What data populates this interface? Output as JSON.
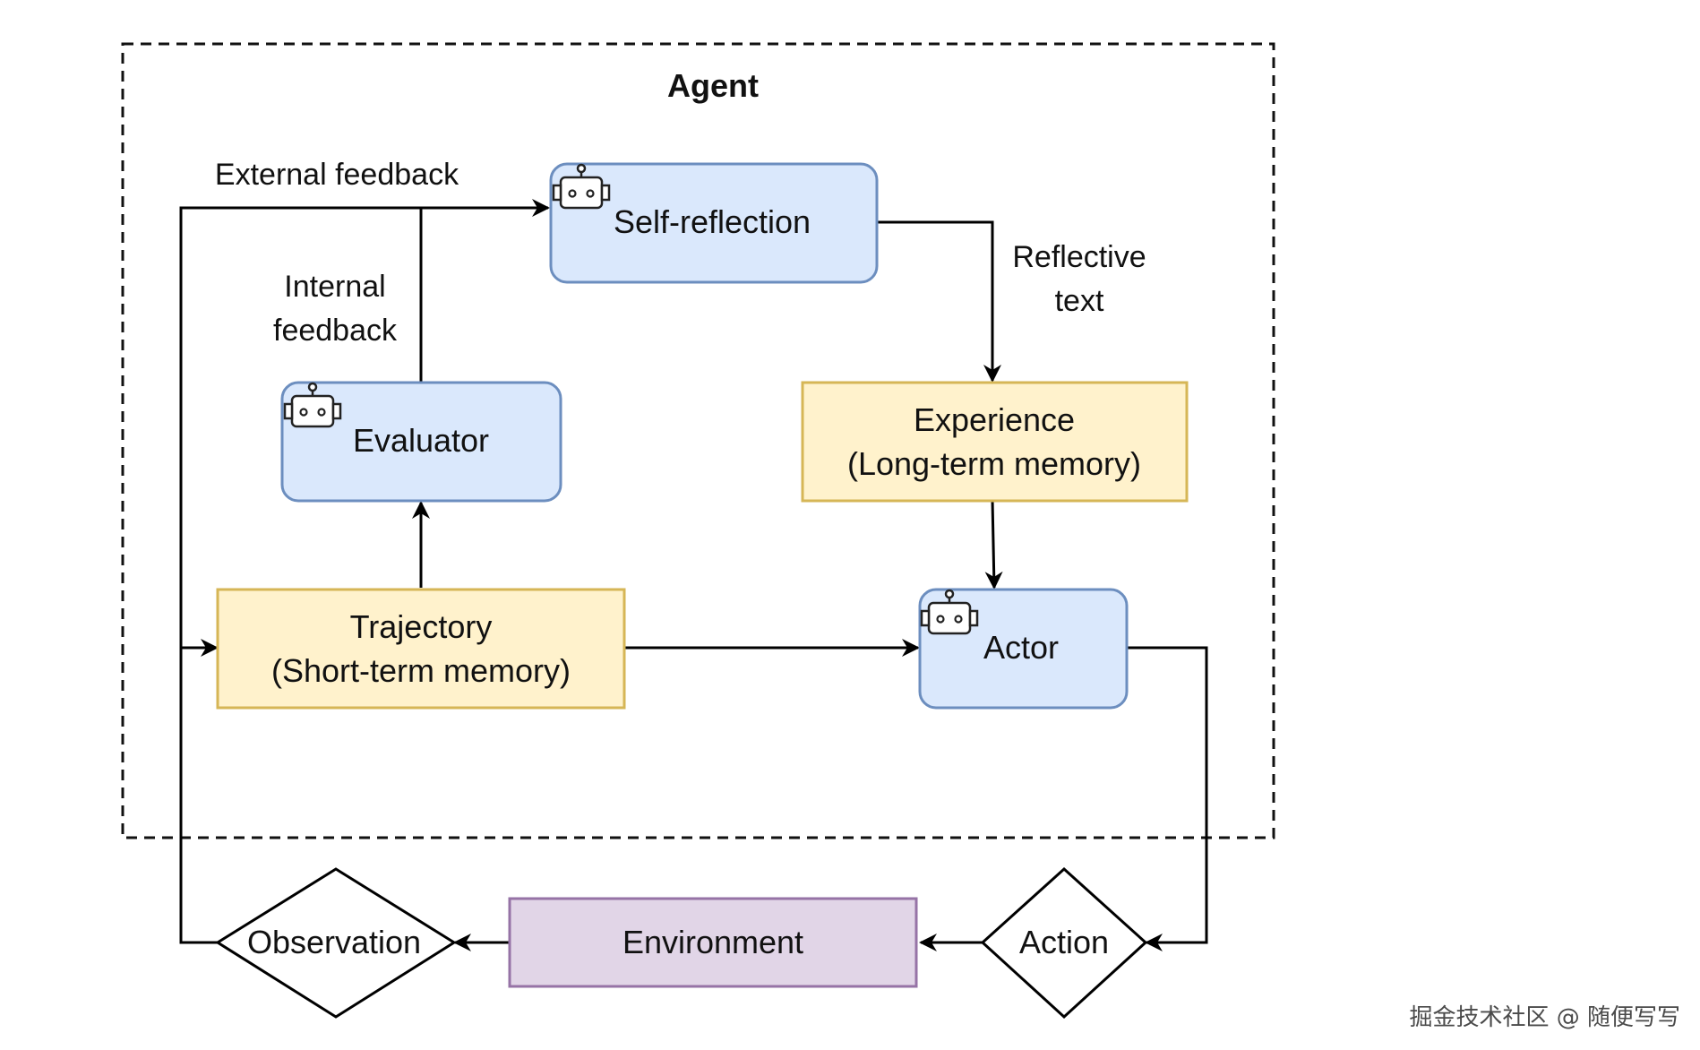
{
  "agent": {
    "title": "Agent"
  },
  "nodes": {
    "self_reflection": "Self-reflection",
    "evaluator": "Evaluator",
    "experience_line1": "Experience",
    "experience_line2": "(Long-term memory)",
    "trajectory_line1": "Trajectory",
    "trajectory_line2": "(Short-term memory)",
    "actor": "Actor",
    "environment": "Environment",
    "observation": "Observation",
    "action": "Action"
  },
  "edges": {
    "external_feedback": "External feedback",
    "internal_feedback_line1": "Internal",
    "internal_feedback_line2": "feedback",
    "reflective_text_line1": "Reflective",
    "reflective_text_line2": "text"
  },
  "icons": {
    "llm_node": "robot-icon"
  },
  "colors": {
    "llm_fill": "#dae8fc",
    "llm_stroke": "#6c8ebf",
    "memory_fill": "#fff2cc",
    "memory_stroke": "#d6b656",
    "env_fill": "#e1d5e7",
    "env_stroke": "#9673a6"
  },
  "watermark": "掘金技术社区 @ 随便写写"
}
